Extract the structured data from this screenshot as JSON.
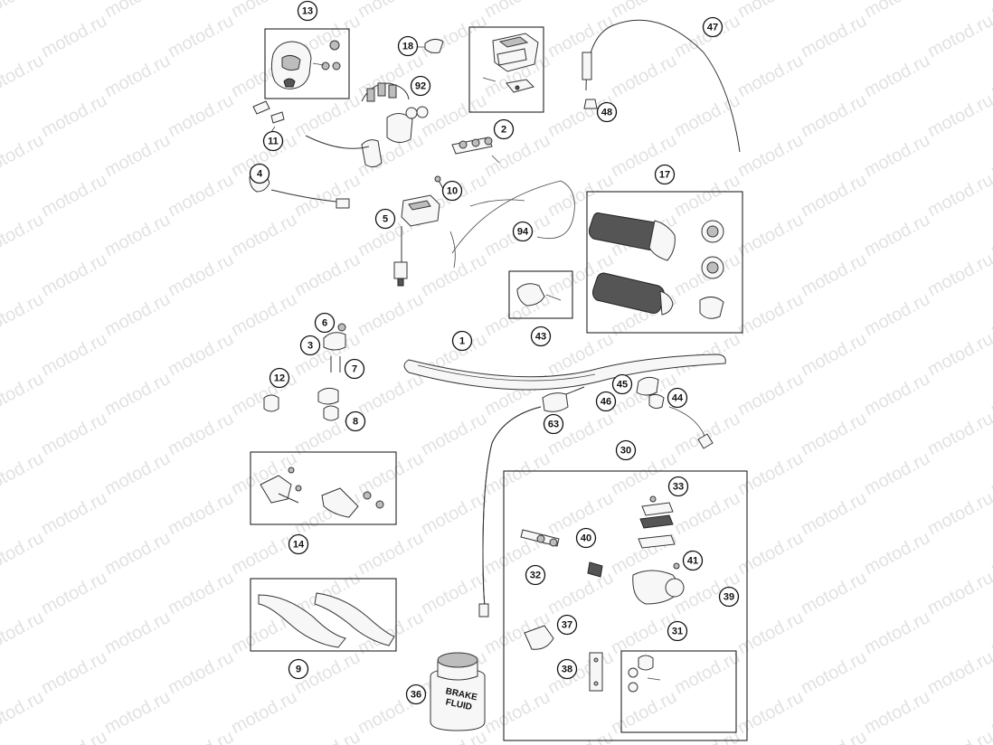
{
  "watermark": "motod.ru",
  "bottle_label": [
    "BRAKE",
    "FLUID"
  ],
  "callouts": {
    "c1": "1",
    "c2": "2",
    "c3": "3",
    "c4": "4",
    "c5": "5",
    "c6": "6",
    "c7": "7",
    "c8": "8",
    "c9": "9",
    "c10": "10",
    "c11": "11",
    "c12": "12",
    "c13": "13",
    "c14": "14",
    "c17": "17",
    "c18": "18",
    "c30": "30",
    "c31": "31",
    "c32": "32",
    "c33": "33",
    "c36": "36",
    "c37": "37",
    "c38": "38",
    "c39": "39",
    "c40": "40",
    "c41": "41",
    "c43": "43",
    "c44": "44",
    "c45": "45",
    "c46": "46",
    "c47": "47",
    "c48": "48",
    "c63": "63",
    "c92": "92",
    "c94": "94"
  }
}
